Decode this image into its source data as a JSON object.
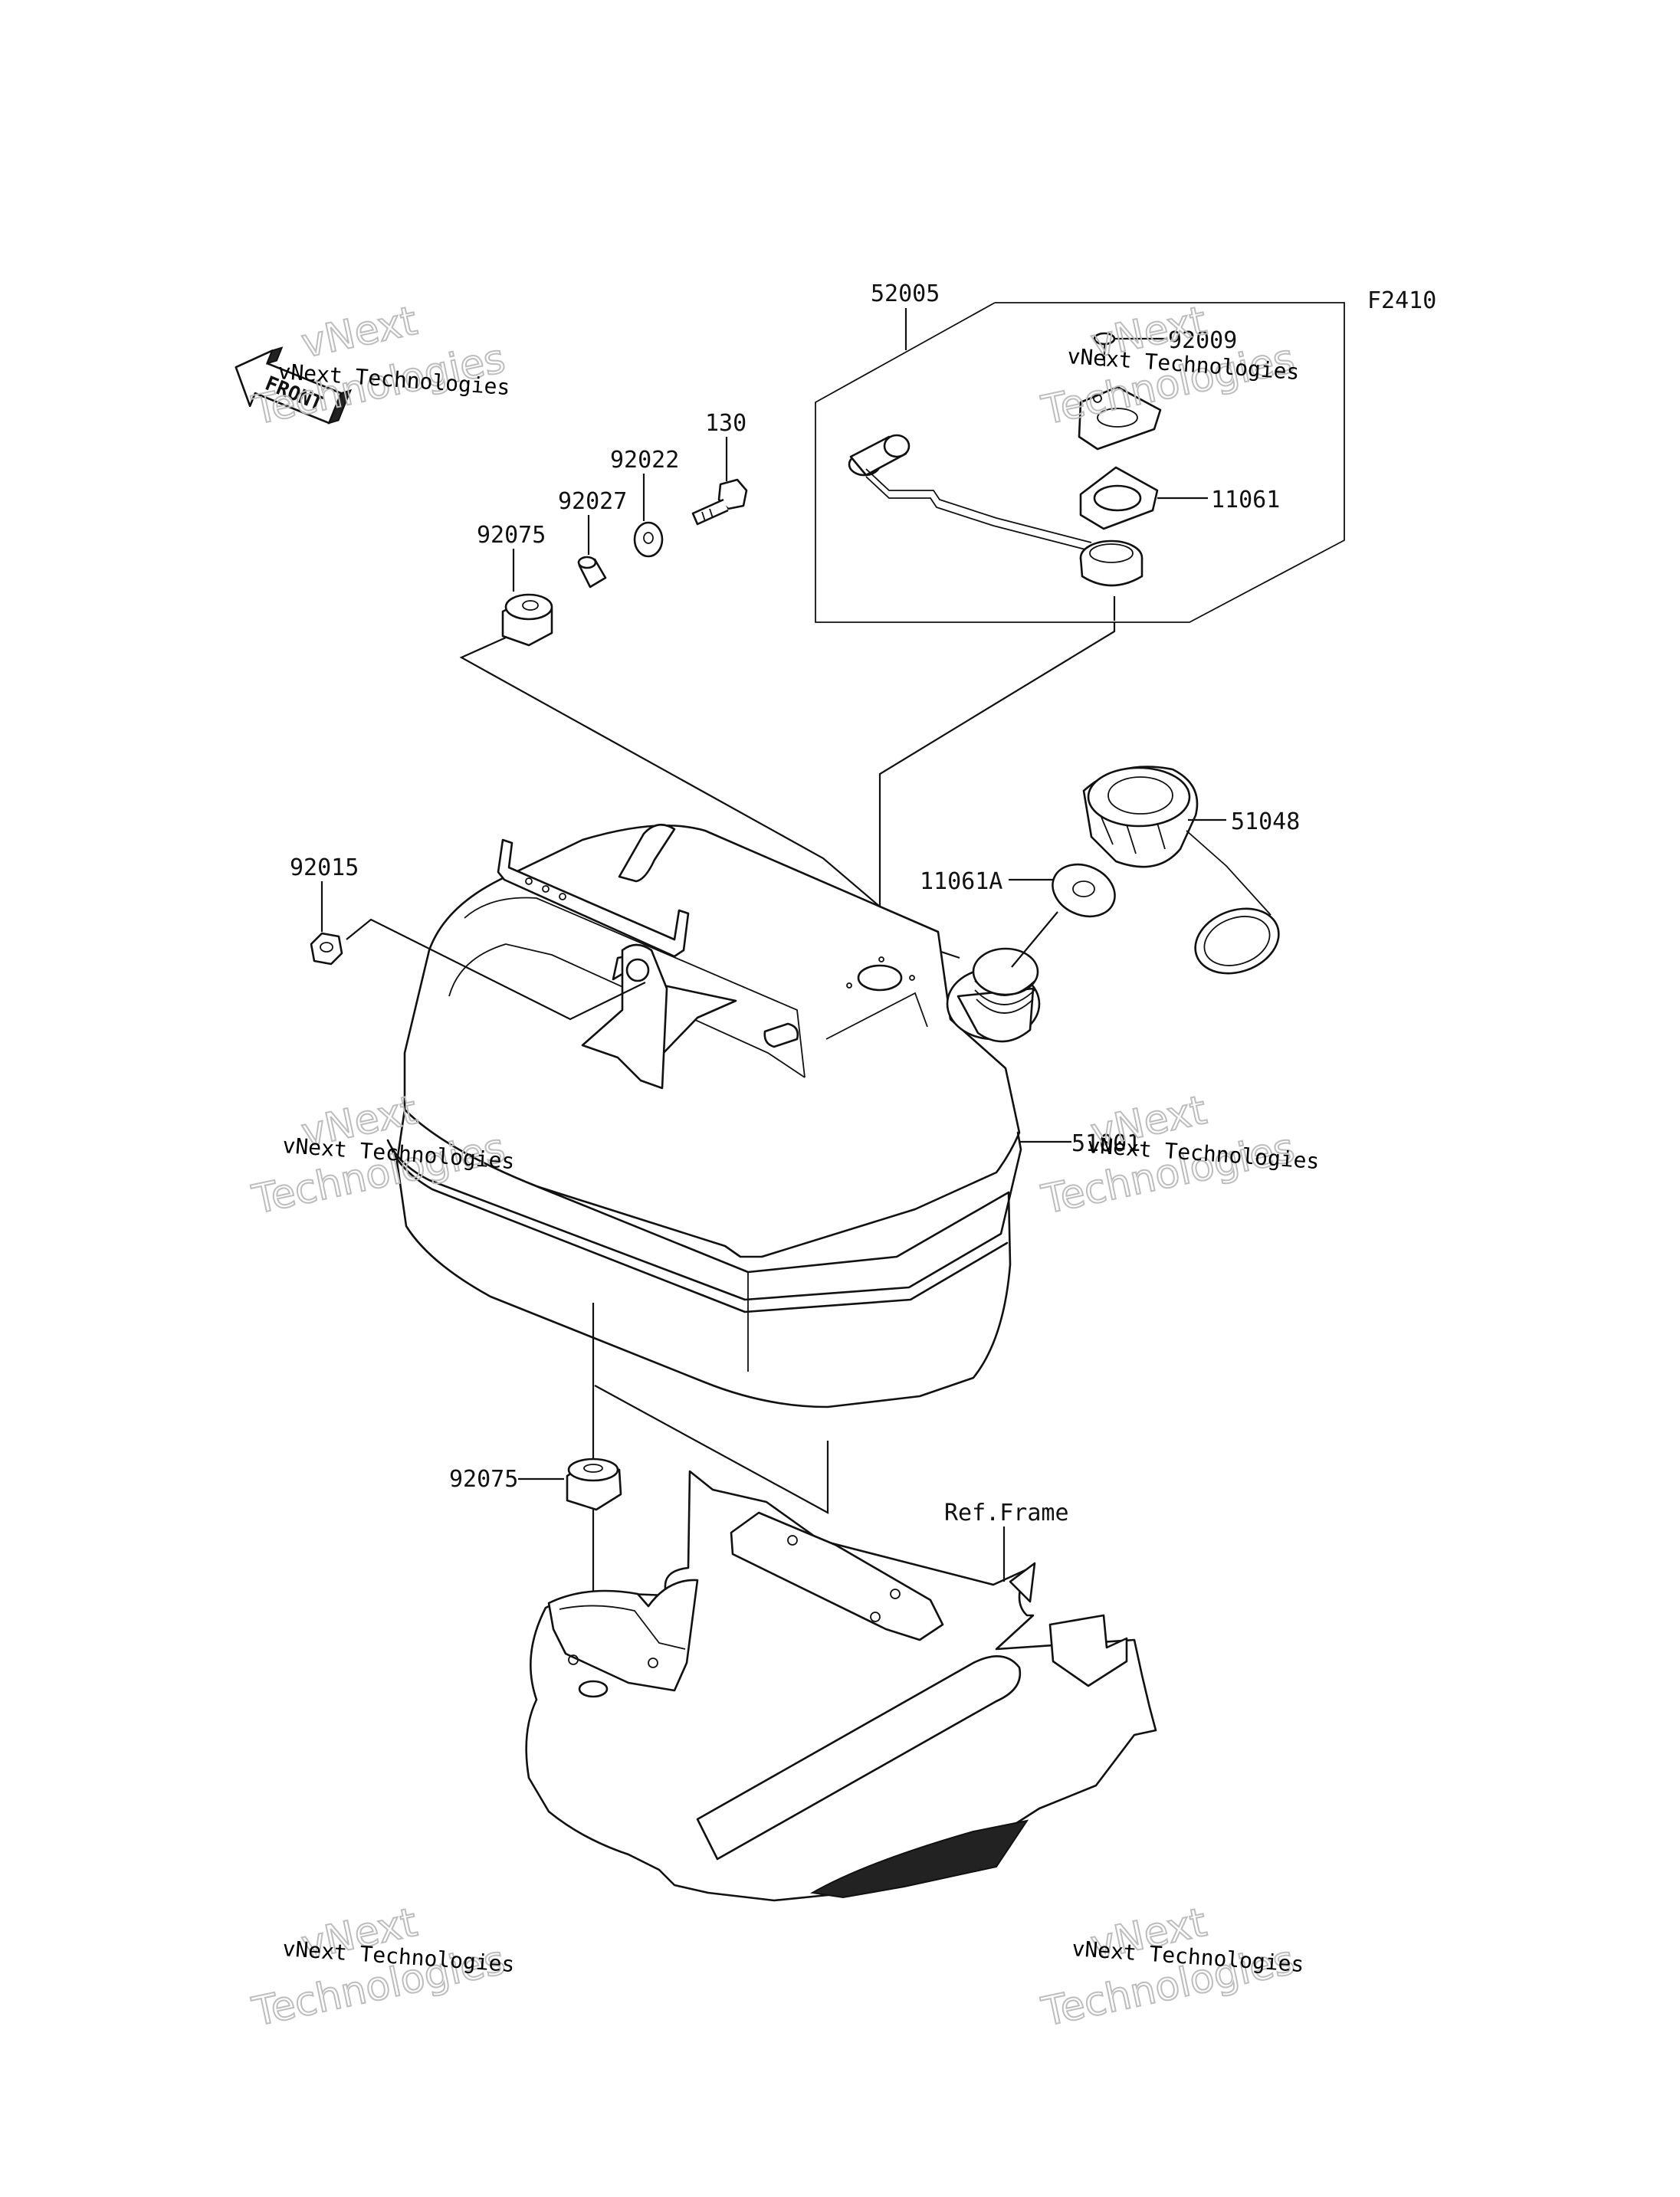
{
  "figure_code": "F2410",
  "front_arrow_label": "FRONT",
  "ref_frame_label": "Ref.Frame",
  "watermark": {
    "small": "vNext Technologies",
    "big_line1": "vNext",
    "big_line2": "Technologies"
  },
  "parts": {
    "p52005": "52005",
    "p92009": "92009",
    "p11061": "11061",
    "p130": "130",
    "p92022": "92022",
    "p92027": "92027",
    "p92075_top": "92075",
    "p51048": "51048",
    "p11061A": "11061A",
    "p92015": "92015",
    "p51001": "51001",
    "p92075_bottom": "92075"
  }
}
